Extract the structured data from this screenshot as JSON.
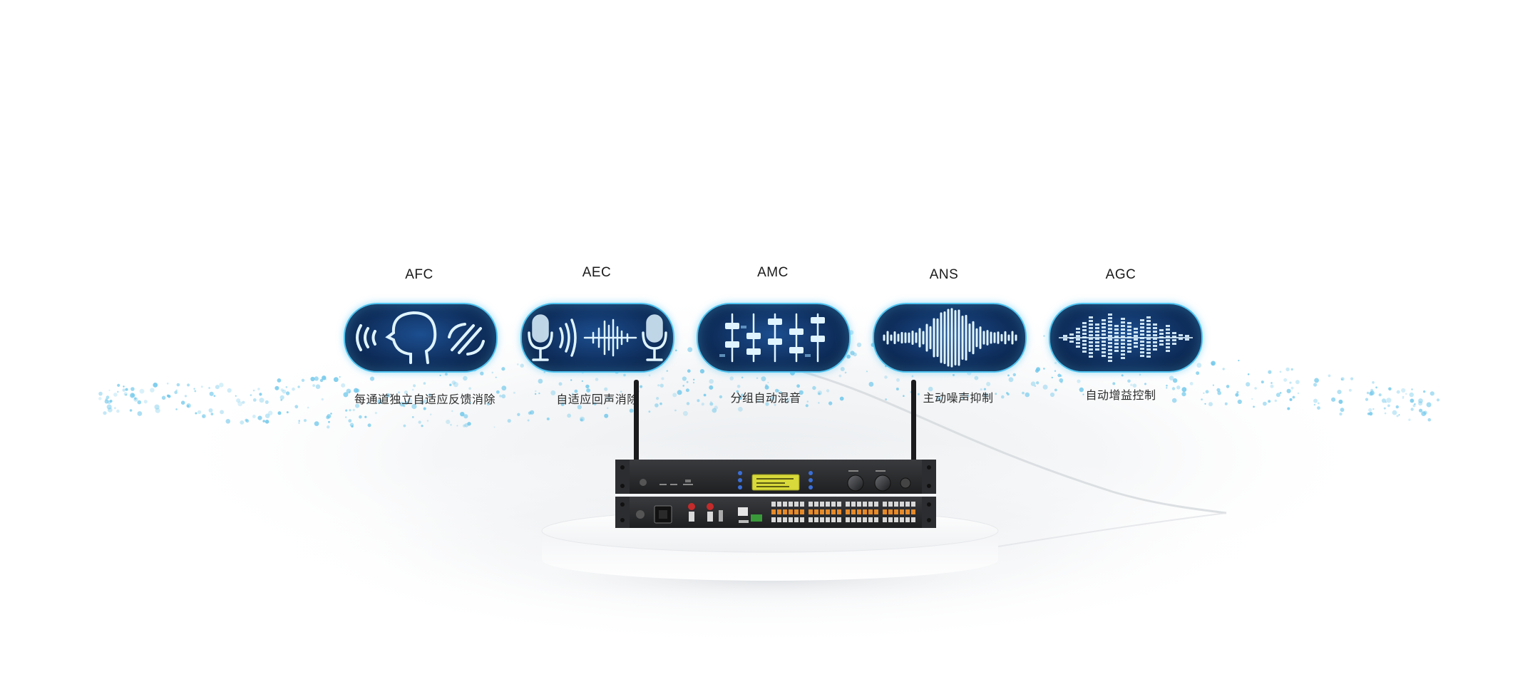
{
  "features": [
    {
      "id": "afc",
      "title": "AFC",
      "description": "每通道独立自适应反馈消除",
      "icon": "head-feedback-icon"
    },
    {
      "id": "aec",
      "title": "AEC",
      "description": "自适应回声消除",
      "icon": "microphone-echo-icon"
    },
    {
      "id": "amc",
      "title": "AMC",
      "description": "分组自动混音",
      "icon": "fader-mixer-icon"
    },
    {
      "id": "ans",
      "title": "ANS",
      "description": "主动噪声抑制",
      "icon": "noise-waveform-icon"
    },
    {
      "id": "agc",
      "title": "AGC",
      "description": "自动增益控制",
      "icon": "gain-bars-icon"
    }
  ],
  "colors": {
    "card_border": "#4fc3f0",
    "card_fill": "#0f2f5e",
    "icon_stroke": "#dff4ff",
    "particle": "#6cc6ea",
    "device_body": "#2b2c2e",
    "lcd": "#d8d93a",
    "terminal_orange": "#e58a2a"
  }
}
